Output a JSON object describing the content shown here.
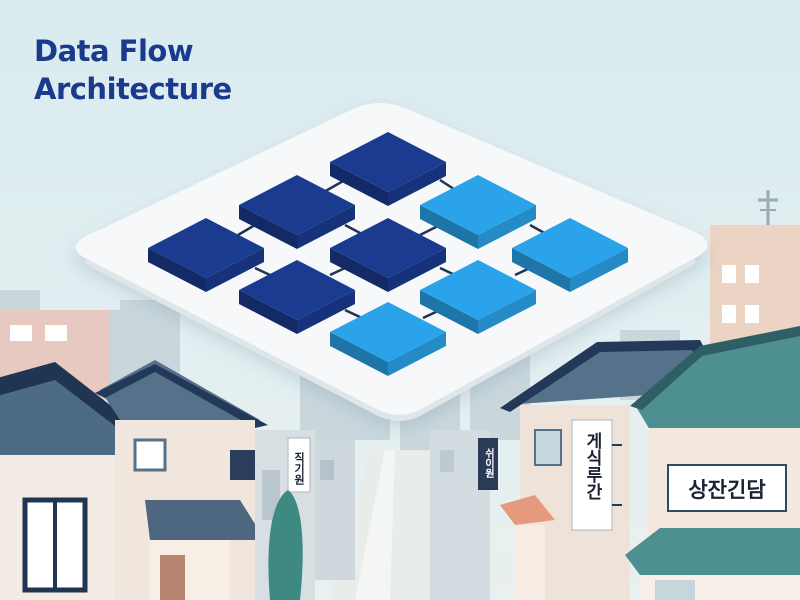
{
  "title": {
    "line1": "Data Flow",
    "line2": "Architecture"
  },
  "signs": {
    "left_vertical": "직기원",
    "center_vertical": "쉬이원",
    "right_vertical": "게식루간",
    "right_horizontal": "상잔긴담"
  },
  "colors": {
    "title": "#1a3a8c",
    "platform": "#f6f8fa",
    "block_dark": "#1a3b8f",
    "block_light": "#2aa3ea",
    "roof": "#4f6e86",
    "roof_teal": "#4e8f92",
    "sky": "#dcecf0"
  }
}
